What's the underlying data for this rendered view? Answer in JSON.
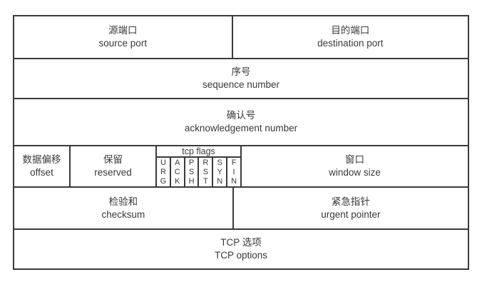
{
  "colors": {
    "border": "#3a3a3a",
    "text": "#3a3a3a",
    "background": "#ffffff"
  },
  "cells": {
    "source_port": {
      "zh": "源端口",
      "en": "source port"
    },
    "destination_port": {
      "zh": "目的端口",
      "en": "destination port"
    },
    "sequence_number": {
      "zh": "序号",
      "en": "sequence number"
    },
    "acknowledgement_number": {
      "zh": "确认号",
      "en": "acknowledgement number"
    },
    "data_offset": {
      "zh": "数据偏移",
      "en": "offset"
    },
    "reserved": {
      "zh": "保留",
      "en": "reserved"
    },
    "window_size": {
      "zh": "窗口",
      "en": "window size"
    },
    "checksum": {
      "zh": "检验和",
      "en": "checksum"
    },
    "urgent_pointer": {
      "zh": "紧急指针",
      "en": "urgent pointer"
    },
    "tcp_options": {
      "zh": "TCP 选项",
      "en": "TCP options"
    }
  },
  "flags": {
    "header": "tcp flags",
    "items": [
      {
        "letters": [
          "U",
          "R",
          "G"
        ]
      },
      {
        "letters": [
          "A",
          "C",
          "K"
        ]
      },
      {
        "letters": [
          "P",
          "S",
          "H"
        ]
      },
      {
        "letters": [
          "R",
          "S",
          "T"
        ]
      },
      {
        "letters": [
          "S",
          "Y",
          "N"
        ]
      },
      {
        "letters": [
          "F",
          "I",
          "N"
        ]
      }
    ]
  }
}
